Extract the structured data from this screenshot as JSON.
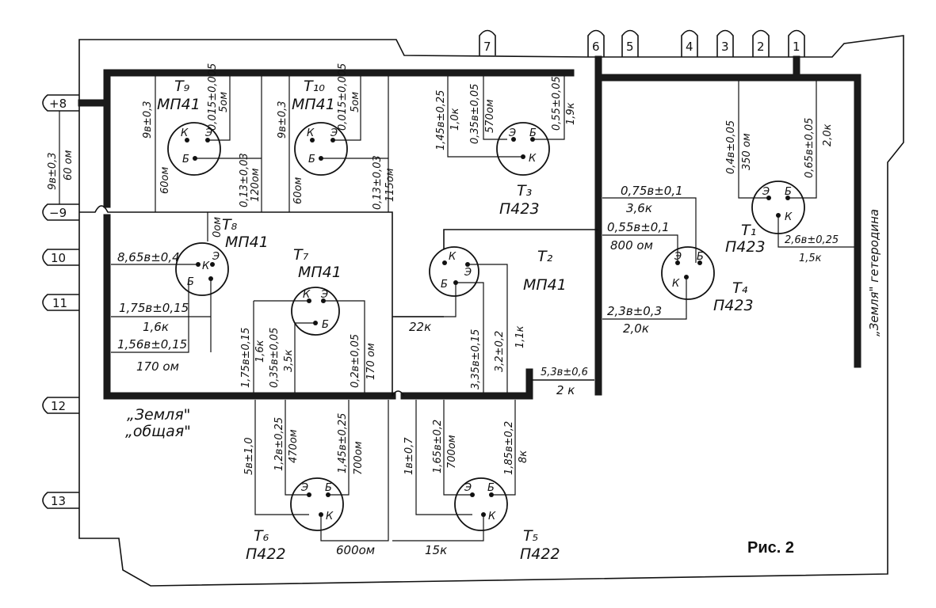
{
  "figure_label": "Рис. 2",
  "ground_common": [
    "„Земля\"",
    "„общая\""
  ],
  "ground_heterodyne": "„Земля\" гетеродина",
  "left_pins": [
    "+8",
    "−9",
    "10",
    "11",
    "12",
    "13"
  ],
  "top_pins": [
    "7",
    "6",
    "5",
    "4",
    "3",
    "2",
    "1"
  ],
  "supply_label": {
    "voltage": "9в±0,3",
    "resistance": "60 ом"
  },
  "electrode_letters": {
    "k": "К",
    "e": "Э",
    "b": "Б"
  },
  "transistors": {
    "t9": {
      "name": "T₉",
      "type": "МП41"
    },
    "t10": {
      "name": "T₁₀",
      "type": "МП41"
    },
    "t3": {
      "name": "T₃",
      "type": "П423"
    },
    "t1": {
      "name": "T₁",
      "type": "П423"
    },
    "t8": {
      "name": "T₈",
      "type": "МП41"
    },
    "t7": {
      "name": "T₇",
      "type": "МП41"
    },
    "t2": {
      "name": "T₂",
      "type": "МП41"
    },
    "t4": {
      "name": "T₄",
      "type": "П423"
    },
    "t6": {
      "name": "T₆",
      "type": "П422"
    },
    "t5": {
      "name": "T₅",
      "type": "П422"
    }
  },
  "measurements": {
    "t9_a": "9в±0,3",
    "t9_b": "0,015±0,005",
    "t9_c": "5ом",
    "t9_d": "60ом",
    "t9_e": "0,13±0,03",
    "t9_f": "120ом",
    "t10_a": "9в±0,3",
    "t10_b": "0,015±0,005",
    "t10_c": "5ом",
    "t10_d": "60ом",
    "t10_e": "0,13±0,03",
    "t10_f": "115ом",
    "t3_a": "1,45в±0,25",
    "t3_b": "1,0к",
    "t3_c": "0,35в±0,05",
    "t3_d": "570ом",
    "t3_e": "0,55±0,05",
    "t3_f": "1,9к",
    "t1_a": "0,4в±0,05",
    "t1_b": "350 ом",
    "t1_c": "0,65в±0,05",
    "t1_d": "2,0к",
    "t1_e": "2,6в±0,25",
    "t1_f": "1,5к",
    "t8_a": "0ом",
    "t8_b": "8,65в±0,4",
    "t8_c": "1,75в±0,15",
    "t8_d": "1,6к",
    "t8_e": "1,56в±0,15",
    "t8_f": "170 ом",
    "t7_a": "1,75в±0,15",
    "t7_b": "1,6к",
    "t7_c": "0,35в±0,05",
    "t7_d": "3,5к",
    "t7_e": "0,2в±0,05",
    "t7_f": "170 ом",
    "t2_a": "22к",
    "t2_b": "3,35в±0,15",
    "t2_c": "3,2±0,2",
    "t2_d": "1,1к",
    "t2_e": "5,3в±0,6",
    "t2_f": "2 к",
    "t4_a": "0,75в±0,1",
    "t4_b": "3,6к",
    "t4_c": "0,55в±0,1",
    "t4_d": "800 ом",
    "t4_e": "2,3в±0,3",
    "t4_f": "2,0к",
    "t6_a": "5в±1,0",
    "t6_b": "1,2в±0,25",
    "t6_c": "470ом",
    "t6_d": "1,45в±0,25",
    "t6_e": "700ом",
    "t6_f": "600ом",
    "t5_a": "1в±0,7",
    "t5_b": "1,65в±0,2",
    "t5_c": "700ом",
    "t5_d": "1,85в±0,2",
    "t5_e": "8к",
    "t5_f": "15к"
  }
}
